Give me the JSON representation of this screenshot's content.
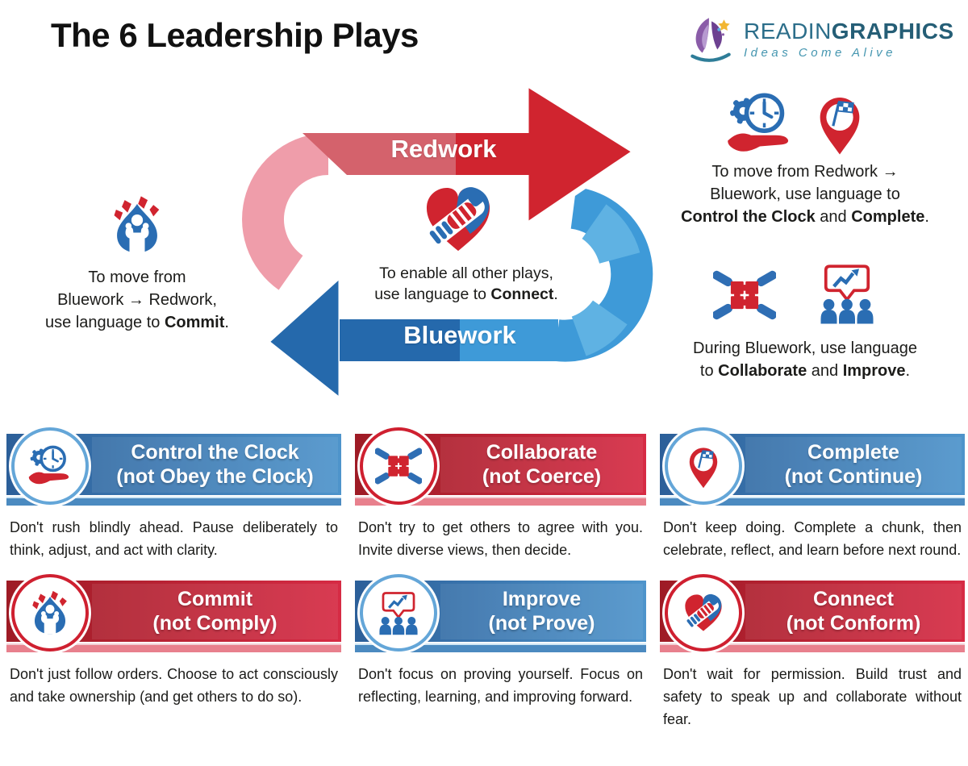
{
  "header": {
    "title": "The 6 Leadership Plays"
  },
  "logo": {
    "brand_regular": "READIN",
    "brand_bold": "GRAPHICS",
    "tagline": "Ideas Come Alive"
  },
  "cycle": {
    "redwork_label": "Redwork",
    "bluework_label": "Bluework"
  },
  "notes": {
    "commit": {
      "line1": "To move from",
      "line2": "Bluework → Redwork,",
      "line3_pre": "use language to ",
      "line3_bold": "Commit",
      "line3_end": "."
    },
    "connect": {
      "line1": "To enable all other plays,",
      "line2_pre": "use language to ",
      "line2_bold": "Connect",
      "line2_end": "."
    },
    "control_complete": {
      "line1": "To move from Redwork →",
      "line2": "Bluework, use language to",
      "line3_bold1": "Control the Clock",
      "line3_mid": " and ",
      "line3_bold2": "Complete",
      "line3_end": "."
    },
    "collaborate_improve": {
      "line1": "During Bluework, use language",
      "line2_pre": "to ",
      "line2_bold1": "Collaborate",
      "line2_mid": " and ",
      "line2_bold2": "Improve",
      "line2_end": "."
    }
  },
  "cards": [
    {
      "title1": "Control the Clock",
      "title2": "(not Obey the Clock)",
      "body": "Don't rush blindly ahead. Pause deliberately to think, adjust, and act with clarity.",
      "theme": "blue",
      "icon": "gear-clock-hand-icon"
    },
    {
      "title1": "Collaborate",
      "title2": "(not Coerce)",
      "body": "Don't try to get others to agree with you. Invite diverse views, then decide.",
      "theme": "red",
      "icon": "puzzle-hands-icon"
    },
    {
      "title1": "Complete",
      "title2": "(not Continue)",
      "body": "Don't keep doing. Complete a chunk, then celebrate, reflect, and learn before next round.",
      "theme": "blue",
      "icon": "pin-checkered-flag-icon"
    },
    {
      "title1": "Commit",
      "title2": "(not Comply)",
      "body": "Don't just follow orders. Choose to act consciously and take ownership (and get others to do so).",
      "theme": "red",
      "icon": "flame-person-icon"
    },
    {
      "title1": "Improve",
      "title2": "(not Prove)",
      "body": "Don't focus on proving yourself. Focus on reflecting, learning, and improving forward.",
      "theme": "blue",
      "icon": "speech-chart-people-icon"
    },
    {
      "title1": "Connect",
      "title2": "(not Conform)",
      "body": "Don't wait for permission. Build trust and safety to speak up and collaborate without fear.",
      "theme": "red",
      "icon": "heart-handshake-icon"
    }
  ],
  "colors": {
    "red": "#d0242f",
    "red_mid": "#d4626c",
    "pink": "#ef9daa",
    "blue_dark": "#2569ac",
    "blue_mid": "#3e9ad8",
    "blue_light": "#5fb2e3",
    "banner_blue_start": "#2c5f99",
    "banner_blue_end": "#4e94cb",
    "banner_red_start": "#9e1b25",
    "banner_red_end": "#d62b44",
    "brand_teal": "#2c6e8a"
  }
}
